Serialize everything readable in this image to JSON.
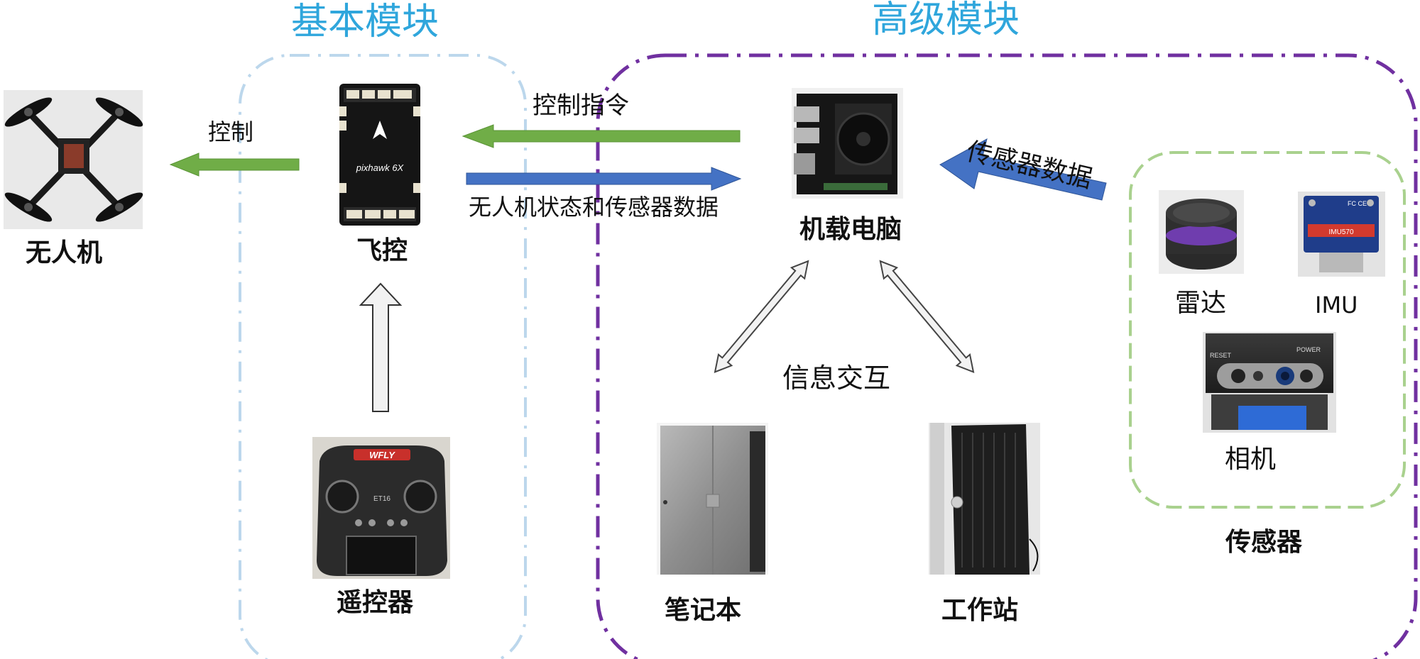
{
  "groups": {
    "basic": "基本模块",
    "advanced": "高级模块"
  },
  "nodes": {
    "drone": "无人机",
    "flight_controller": "飞控",
    "rc": "遥控器",
    "onboard_pc": "机载电脑",
    "laptop": "笔记本",
    "workstation": "工作站",
    "sensors": "传感器"
  },
  "device_marks": {
    "fc_brand": "pixhawk 6X",
    "rc_brand": "WFLY",
    "rc_model": "ET16",
    "imu_brand": "IMU570",
    "camera_power": "POWER",
    "camera_reset": "RESET",
    "imu_fc": "FC CE"
  },
  "sensor_items": {
    "lidar": "雷达",
    "imu": "IMU",
    "camera": "相机"
  },
  "edges": {
    "control": "控制",
    "control_cmd": "控制指令",
    "state_sensor": "无人机状态和传感器数据",
    "sensor_data": "传感器数据",
    "info_exchange": "信息交互"
  },
  "colors": {
    "basic_border": "#bcd7ec",
    "advanced_border": "#7030a0",
    "sensor_border": "#a9d18e",
    "green_arrow": "#70ad47",
    "blue_arrow": "#4472c4",
    "title": "#2fa6dc"
  }
}
